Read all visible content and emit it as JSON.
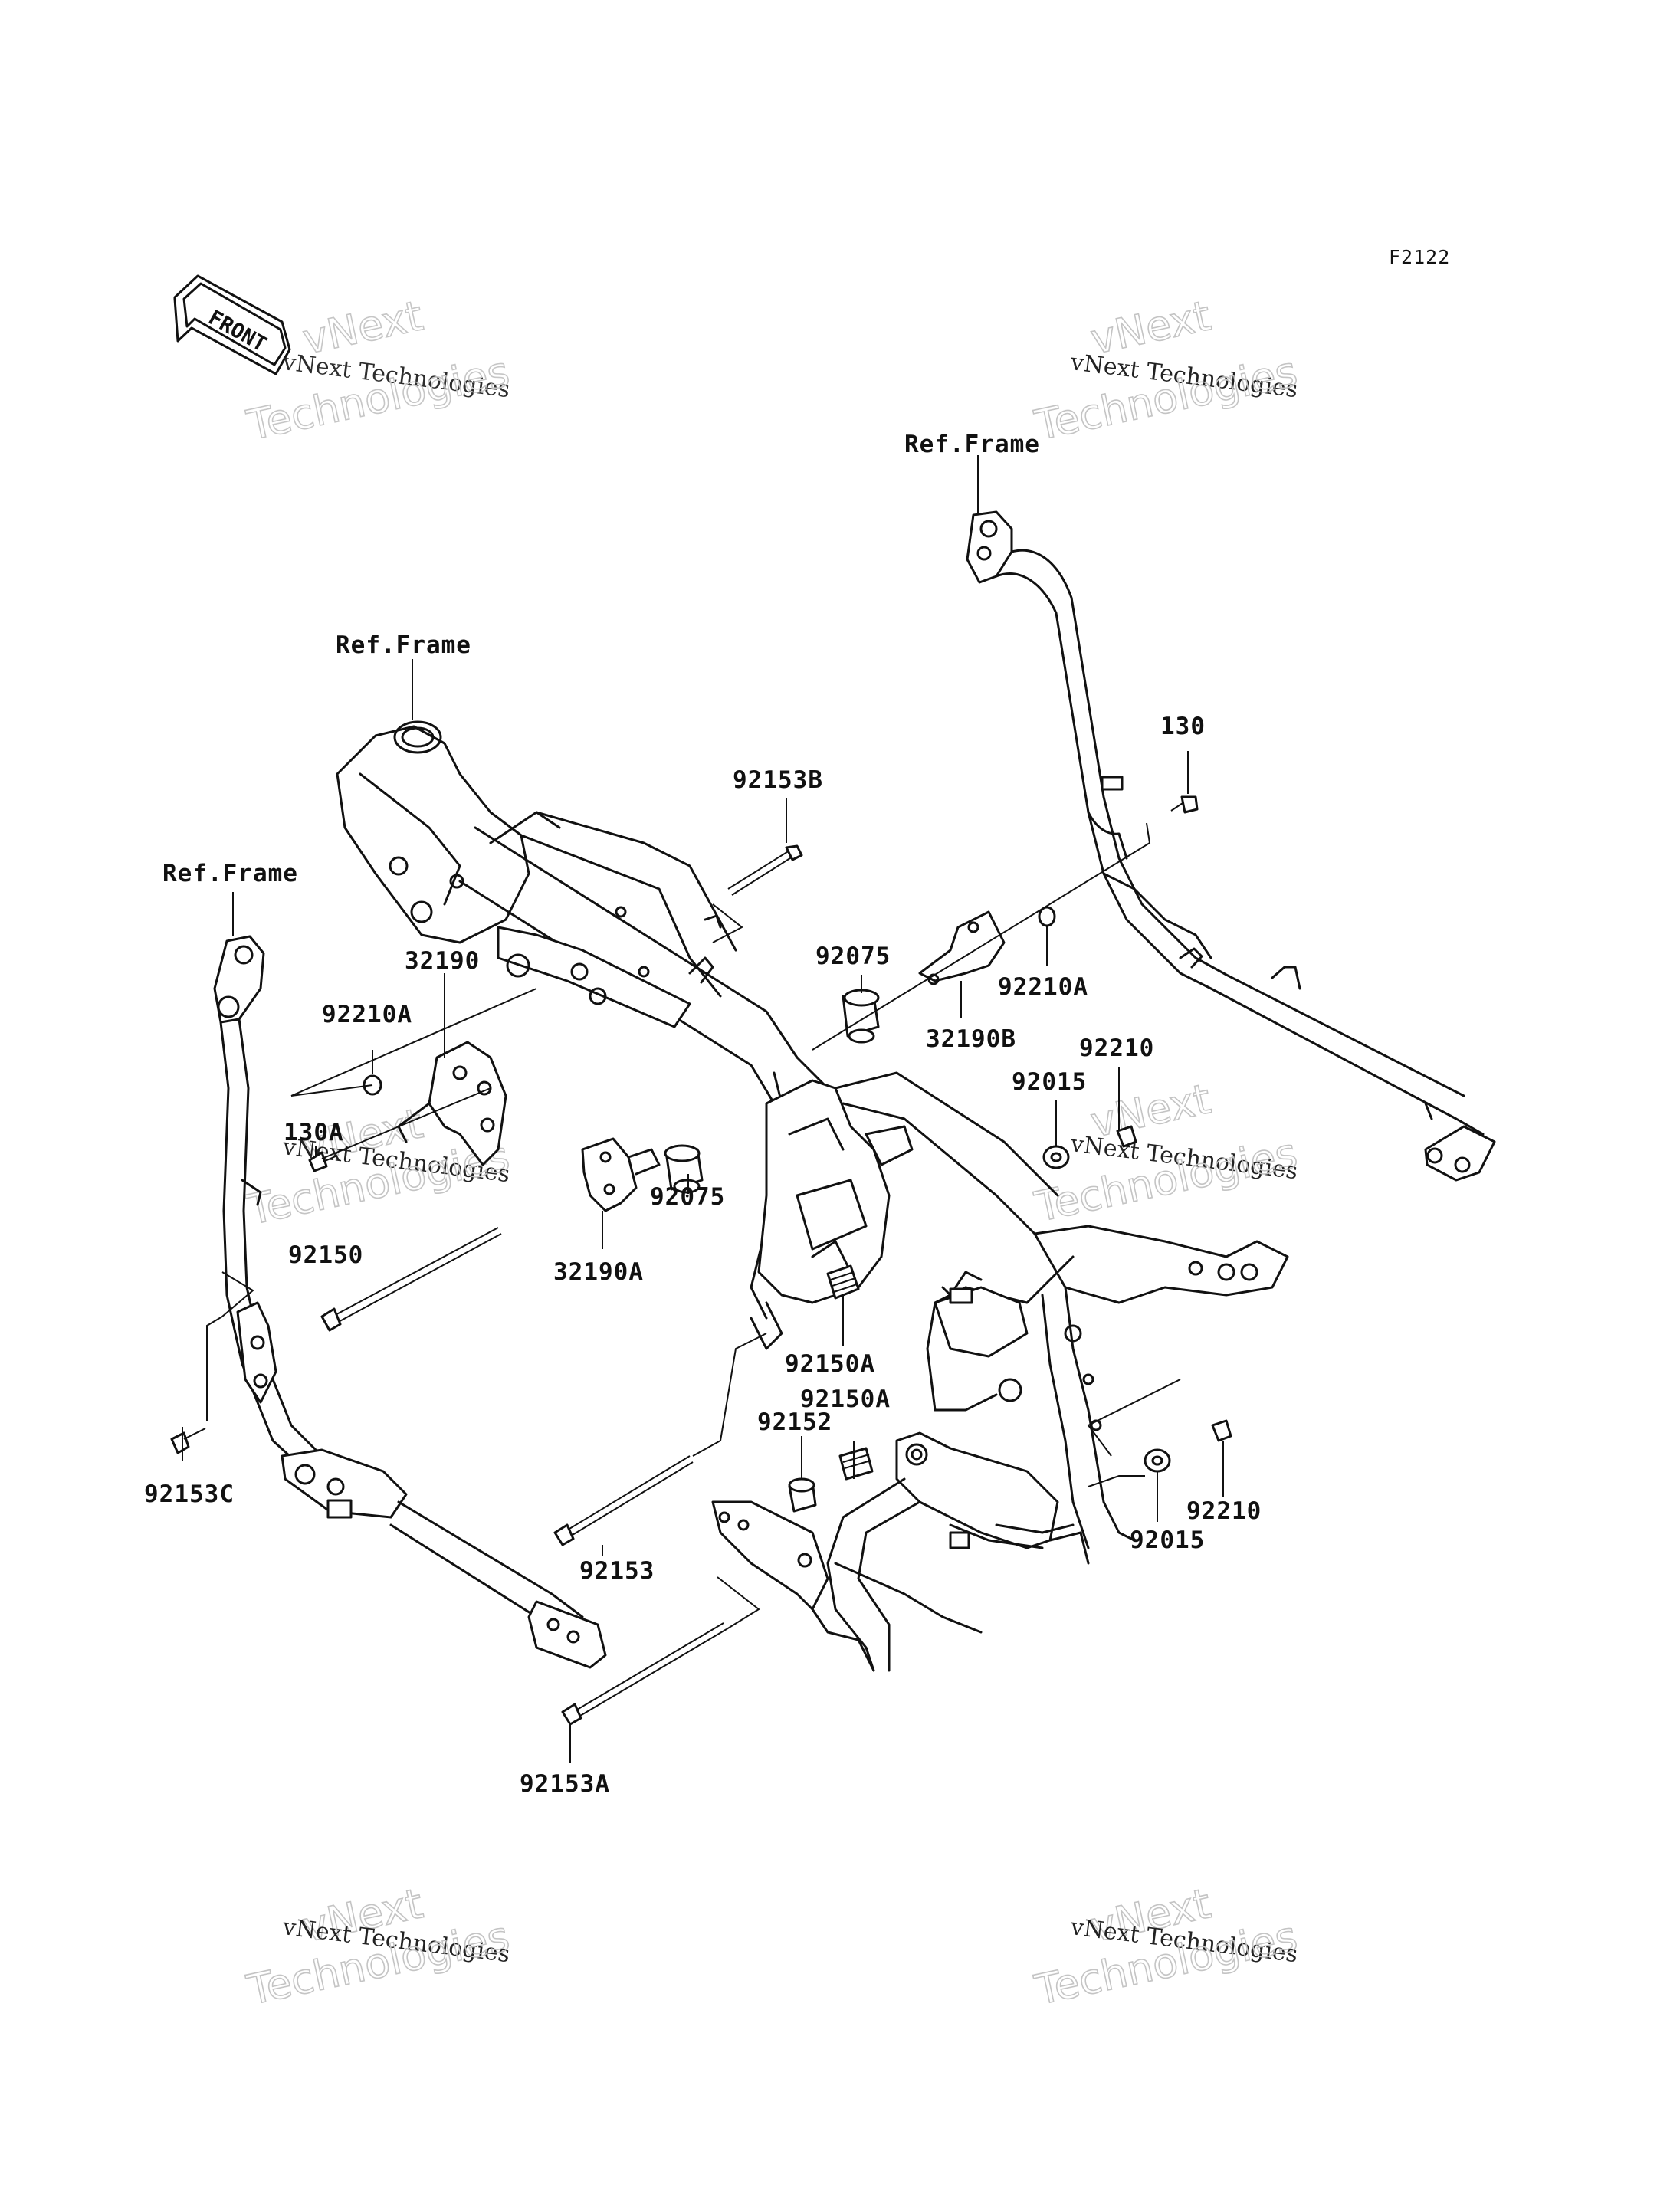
{
  "figure_code": "F2122",
  "front_arrow_label": "FRONT",
  "watermark": {
    "line1": "vNext Technologies",
    "ghost_top": "vNext",
    "ghost_bottom": "Technologies"
  },
  "reference_labels": {
    "frame_top": "Ref.Frame",
    "frame_mid": "Ref.Frame",
    "frame_left": "Ref.Frame"
  },
  "parts": {
    "p130": "130",
    "p92153B": "92153B",
    "p32190": "32190",
    "p92210A_left": "92210A",
    "p130A": "130A",
    "p92075_top": "92075",
    "p92210A_right": "92210A",
    "p32190B": "32190B",
    "p92210_top": "92210",
    "p92015_top": "92015",
    "p92075_mid": "92075",
    "p32190A": "32190A",
    "p92150": "92150",
    "p92150A_1": "92150A",
    "p92150A_2": "92150A",
    "p92152": "92152",
    "p92153C": "92153C",
    "p92153": "92153",
    "p92210_bottom": "92210",
    "p92015_bottom": "92015",
    "p92153A": "92153A"
  }
}
